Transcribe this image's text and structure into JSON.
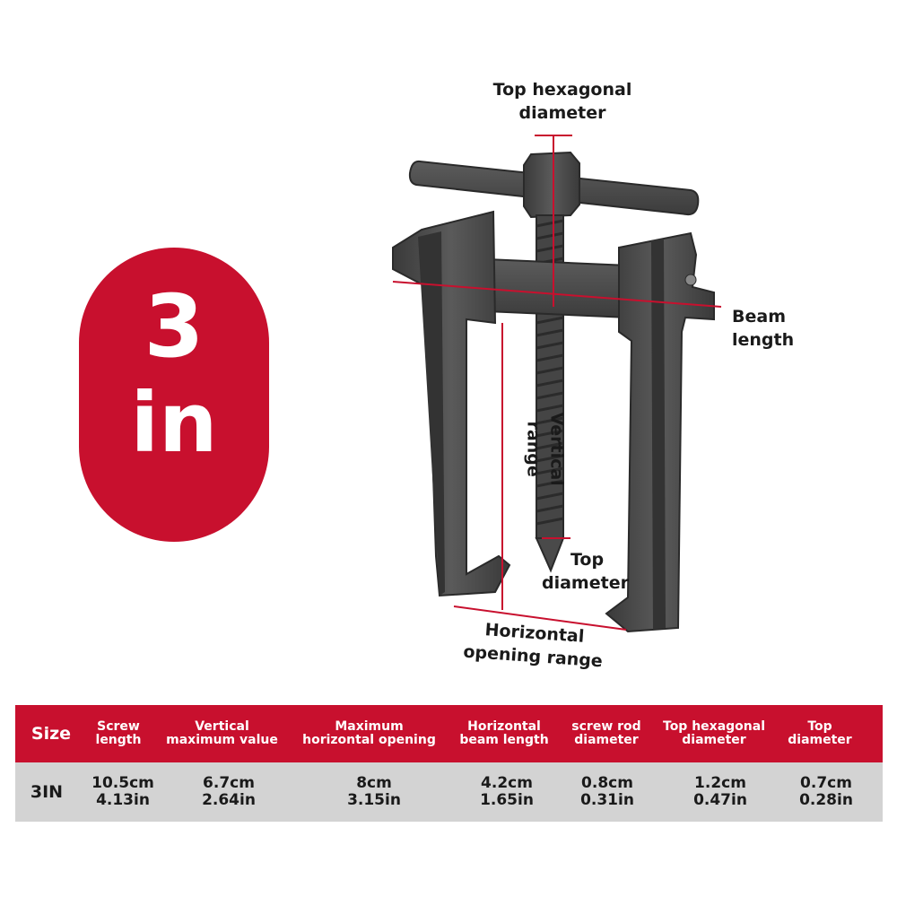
{
  "badge": {
    "number": "3",
    "unit": "in"
  },
  "labels": {
    "top_hex": [
      "Top hexagonal",
      "diameter"
    ],
    "beam": [
      "Beam",
      "length"
    ],
    "vertical": "Vertical range",
    "top_diameter": [
      "Top",
      "diameter"
    ],
    "horizontal": [
      "Horizontal",
      "opening range"
    ]
  },
  "table": {
    "headers": [
      [
        "Size"
      ],
      [
        "Screw",
        "length"
      ],
      [
        "Vertical",
        "maximum value"
      ],
      [
        "Maximum",
        "horizontal opening"
      ],
      [
        "Horizontal",
        "beam length"
      ],
      [
        "screw rod",
        "diameter"
      ],
      [
        "Top hexagonal",
        "diameter"
      ],
      [
        "Top",
        "diameter"
      ]
    ],
    "row": [
      [
        "3IN"
      ],
      [
        "10.5cm",
        "4.13in"
      ],
      [
        "6.7cm",
        "2.64in"
      ],
      [
        "8cm",
        "3.15in"
      ],
      [
        "4.2cm",
        "1.65in"
      ],
      [
        "0.8cm",
        "0.31in"
      ],
      [
        "1.2cm",
        "0.47in"
      ],
      [
        "0.7cm",
        "0.28in"
      ]
    ]
  },
  "colors": {
    "accent": "#c8102e",
    "row_bg": "#d3d3d3",
    "tool": "#4a4a4a"
  }
}
